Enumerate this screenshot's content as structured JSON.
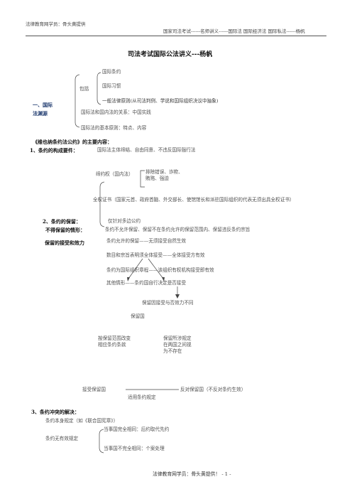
{
  "header": {
    "left": "法律教育网学员：骨头黄提供",
    "right": "国家司法考试------名师讲义------国际法 国际经济法 国际私法------杨帆"
  },
  "title": "司法考试国际公法讲义---杨帆",
  "sources": {
    "label_line1": "一、国际",
    "label_line2": "法渊源",
    "include": "包括",
    "item1": "国际条约",
    "item2": "国际习惯",
    "item3": "一般法律原则(从司法判例、学说和国际组织决议中抽象)",
    "relation": "国际法和国内法的关系：中国实践",
    "principles": "国际法的基本原则：特点、内容"
  },
  "vienna": {
    "heading": "《维也纳条约法公约》的主要内容：",
    "s1_label": "1、条约的构成要件：",
    "s1_text": "国际法主体缔结、自由同意、不违反国际强行法",
    "treaty_power": "缔约权（国内法）",
    "exclusions": "排除错误、诈欺、贿赂、强迫",
    "full_powers": "全权证书（国家元首、政府首脑、外交部长、使馆馆长和派驻国际组织的代表无须出具全权证书）"
  },
  "reservation": {
    "s2_label": "2、条约的保留：",
    "s2_text": "仅针对多边公约",
    "cannot_label": "不得保留的情形：",
    "cannot_text": "条约不允许保留、保留不在条约允许的保留范围内、保留违反条约宗旨",
    "acceptance_label": "保留的接受和效力",
    "acc1": "条约允许的保留——无须接受自然生效",
    "acc2": "数目和宗旨表明须全体接受——全体接受方有效",
    "acc3": "条约为国际组织章程——该组织有权机构接受即有效",
    "acc4": "其他情形——条约国自行决定是否接受",
    "effect_diff": "保留因接受与否效力不同",
    "reserving_state": "保留国",
    "left_box": "按保留范围改变相应条约条款",
    "right_box": "保留所涉规定在两国之间视为不存在",
    "accepting_state": "接受保留国",
    "objecting_state": "反对保留国（不反对条约生效）",
    "applicable": "适用条约规定"
  },
  "conflict": {
    "s3_label": "3、条约冲突的解决：",
    "self_provision": "条约本身规定（如《联合国宪章》）",
    "no_provision": "条约无有效规定",
    "same_parties": "当事国完全相同：后约取代先约",
    "diff_parties": "当事国不完全相同：个案处理"
  },
  "footer": "法律教育网学员：骨头黄提供！ - 1 -"
}
